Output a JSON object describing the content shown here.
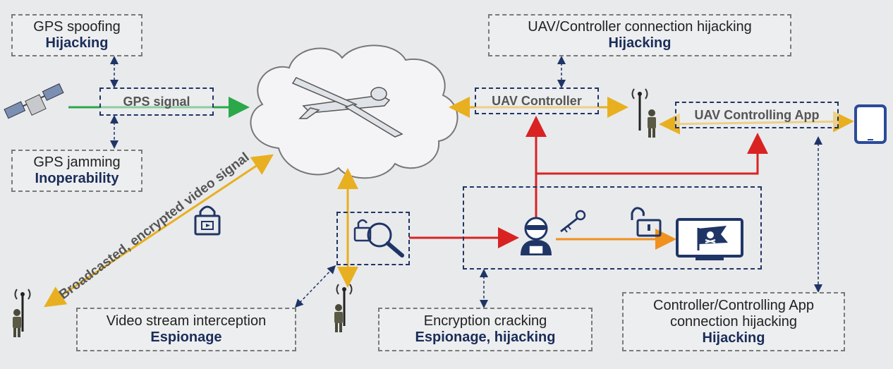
{
  "boxes": {
    "gps_spoofing": {
      "line1": "GPS spoofing",
      "line2": "Hijacking"
    },
    "gps_jamming": {
      "line1": "GPS jamming",
      "line2": "Inoperability"
    },
    "uav_controller_hijack": {
      "line1": "UAV/Controller connection hijacking",
      "line2": "Hijacking"
    },
    "video_interception": {
      "line1": "Video stream interception",
      "line2": "Espionage"
    },
    "encryption_cracking": {
      "line1": "Encryption cracking",
      "line2": "Espionage, hijacking"
    },
    "controller_app_hijack": {
      "line1": "Controller/Controlling App",
      "line2": "connection hijacking",
      "line3": "Hijacking"
    }
  },
  "labels": {
    "gps_signal": "GPS signal",
    "uav_controller": "UAV Controller",
    "uav_controlling_app": "UAV Controlling App",
    "broadcast_signal": "Broadcasted, encrypted video signal"
  },
  "colors": {
    "gps_link": "#2aa84a",
    "radio_link": "#e8b020",
    "attack_link": "#d92323",
    "crack_link": "#f0901e",
    "dashed_border": "#7a7a7a",
    "navy_border": "#1f3566",
    "heading_text": "#1a2d5a"
  },
  "icons": [
    "satellite-icon",
    "drone-icon",
    "cloud-icon",
    "antenna-soldier-icon",
    "tablet-icon",
    "hacker-icon",
    "key-icon",
    "open-lock-icon",
    "closed-lock-icon",
    "magnifier-lock-icon",
    "monitor-pirate-flag-icon"
  ]
}
